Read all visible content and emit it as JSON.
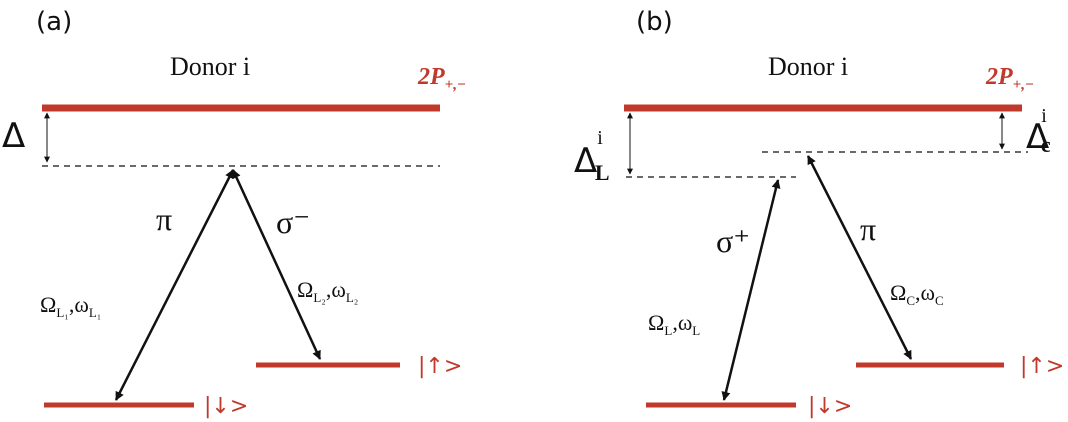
{
  "colors": {
    "level": "#c0392b",
    "ink": "#111111"
  },
  "panel_a": {
    "tag": "(a)",
    "title": "Donor i",
    "excited": {
      "main": "2P",
      "sub": "+,−"
    },
    "detuning": {
      "symbol": "Δ"
    },
    "left_transition": {
      "polarization": "π",
      "omega_main": "Ω",
      "omega_sub": "L₁",
      "sep": ",",
      "freq_main": "ω",
      "freq_sub": "L₁"
    },
    "right_transition": {
      "polarization": "σ⁻",
      "omega_main": "Ω",
      "omega_sub": "L₂",
      "sep": ",",
      "freq_main": "ω",
      "freq_sub": "L₂"
    },
    "ground_down": "|↓>",
    "ground_up": "|↑>"
  },
  "panel_b": {
    "tag": "(b)",
    "title": "Donor i",
    "excited": {
      "main": "2P",
      "sub": "+,−"
    },
    "detuning_L": {
      "symbol": "Δ",
      "sup": "i",
      "sub": "L"
    },
    "detuning_C": {
      "symbol": "Δ",
      "sup": "i",
      "sub": "c"
    },
    "left_transition": {
      "polarization": "σ⁺",
      "omega_main": "Ω",
      "omega_sub": "L",
      "sep": ",",
      "freq_main": "ω",
      "freq_sub": "L"
    },
    "right_transition": {
      "polarization": "π",
      "omega_main": "Ω",
      "omega_sub": "C",
      "sep": ",",
      "freq_main": "ω",
      "freq_sub": "C"
    },
    "ground_down": "|↓>",
    "ground_up": "|↑>"
  }
}
